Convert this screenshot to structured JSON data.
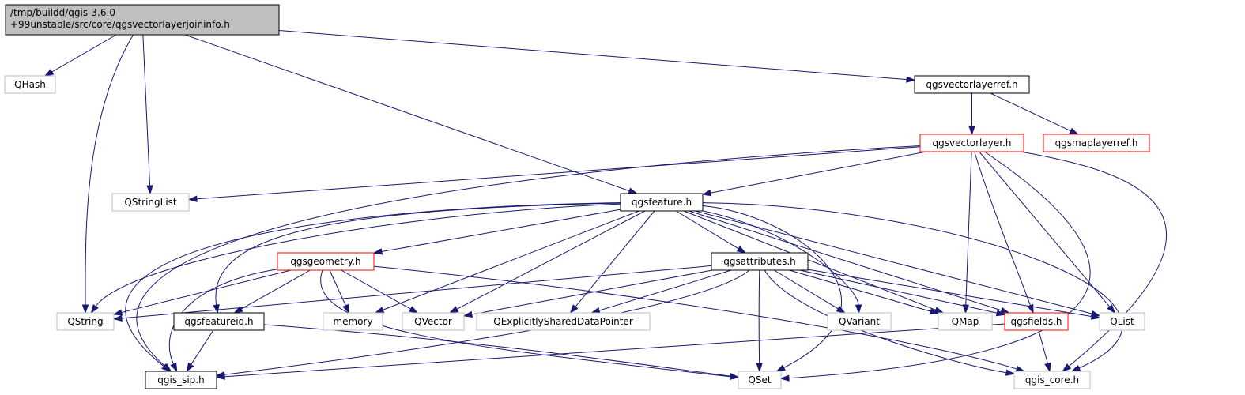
{
  "colors": {
    "edge": "#191970",
    "border_normal": "#000000",
    "border_missing": "#bfbfbf",
    "border_truncated": "#ff0000",
    "fill_root": "#bfbfbf",
    "fill_default": "#ffffff"
  },
  "nodes": [
    {
      "id": "root",
      "lines": [
        "/tmp/buildd/qgis-3.6.0",
        "+99unstable/src/core/qgsvectorlayerjoininfo.h"
      ],
      "kind": "root"
    },
    {
      "id": "qhash",
      "lines": [
        "QHash"
      ],
      "kind": "missing"
    },
    {
      "id": "qstring",
      "lines": [
        "QString"
      ],
      "kind": "missing"
    },
    {
      "id": "qstringlist",
      "lines": [
        "QStringList"
      ],
      "kind": "missing"
    },
    {
      "id": "qgsfeature",
      "lines": [
        "qgsfeature.h"
      ],
      "kind": "normal"
    },
    {
      "id": "qgsvectorlayerref",
      "lines": [
        "qgsvectorlayerref.h"
      ],
      "kind": "normal"
    },
    {
      "id": "qgsvectorlayer",
      "lines": [
        "qgsvectorlayer.h"
      ],
      "kind": "truncated"
    },
    {
      "id": "qgsmaplayerref",
      "lines": [
        "qgsmaplayerref.h"
      ],
      "kind": "truncated"
    },
    {
      "id": "qgsgeometry",
      "lines": [
        "qgsgeometry.h"
      ],
      "kind": "truncated"
    },
    {
      "id": "qgsattributes",
      "lines": [
        "qgsattributes.h"
      ],
      "kind": "normal"
    },
    {
      "id": "qgsfeatureid",
      "lines": [
        "qgsfeatureid.h"
      ],
      "kind": "normal"
    },
    {
      "id": "memory",
      "lines": [
        "memory"
      ],
      "kind": "missing"
    },
    {
      "id": "qvector",
      "lines": [
        "QVector"
      ],
      "kind": "missing"
    },
    {
      "id": "qexplicit",
      "lines": [
        "QExplicitlySharedDataPointer"
      ],
      "kind": "missing"
    },
    {
      "id": "qvariant",
      "lines": [
        "QVariant"
      ],
      "kind": "missing"
    },
    {
      "id": "qmap",
      "lines": [
        "QMap"
      ],
      "kind": "missing"
    },
    {
      "id": "qgsfields",
      "lines": [
        "qgsfields.h"
      ],
      "kind": "truncated"
    },
    {
      "id": "qlist",
      "lines": [
        "QList"
      ],
      "kind": "missing"
    },
    {
      "id": "qgis_sip",
      "lines": [
        "qgis_sip.h"
      ],
      "kind": "normal"
    },
    {
      "id": "qset",
      "lines": [
        "QSet"
      ],
      "kind": "missing"
    },
    {
      "id": "qgis_core",
      "lines": [
        "qgis_core.h"
      ],
      "kind": "missing"
    }
  ],
  "edges": [
    [
      "root",
      "qhash"
    ],
    [
      "root",
      "qstring"
    ],
    [
      "root",
      "qstringlist"
    ],
    [
      "root",
      "qgsfeature"
    ],
    [
      "root",
      "qgsvectorlayerref"
    ],
    [
      "qgsvectorlayerref",
      "qgsvectorlayer"
    ],
    [
      "qgsvectorlayerref",
      "qgsmaplayerref"
    ],
    [
      "qgsvectorlayer",
      "qstringlist"
    ],
    [
      "qgsvectorlayer",
      "qgsfeature"
    ],
    [
      "qgsvectorlayer",
      "qgis_sip"
    ],
    [
      "qgsvectorlayer",
      "qmap"
    ],
    [
      "qgsvectorlayer",
      "qgsfields"
    ],
    [
      "qgsvectorlayer",
      "qlist"
    ],
    [
      "qgsvectorlayer",
      "qset"
    ],
    [
      "qgsvectorlayer",
      "qgis_core"
    ],
    [
      "qgsfeature",
      "qgsgeometry"
    ],
    [
      "qgsfeature",
      "qgsattributes"
    ],
    [
      "qgsfeature",
      "qstring"
    ],
    [
      "qgsfeature",
      "qgis_sip"
    ],
    [
      "qgsfeature",
      "qgsfeatureid"
    ],
    [
      "qgsfeature",
      "memory"
    ],
    [
      "qgsfeature",
      "qvector"
    ],
    [
      "qgsfeature",
      "qexplicit"
    ],
    [
      "qgsfeature",
      "qvariant"
    ],
    [
      "qgsfeature",
      "qmap"
    ],
    [
      "qgsfeature",
      "qgsfields"
    ],
    [
      "qgsfeature",
      "qlist"
    ],
    [
      "qgsfeature",
      "qset"
    ],
    [
      "qgsfeature",
      "qgis_core"
    ],
    [
      "qgsgeometry",
      "qstring"
    ],
    [
      "qgsgeometry",
      "qgis_sip"
    ],
    [
      "qgsgeometry",
      "qgsfeatureid"
    ],
    [
      "qgsgeometry",
      "memory"
    ],
    [
      "qgsgeometry",
      "qvector"
    ],
    [
      "qgsgeometry",
      "qset"
    ],
    [
      "qgsgeometry",
      "qgis_core"
    ],
    [
      "qgsattributes",
      "qstring"
    ],
    [
      "qgsattributes",
      "qvector"
    ],
    [
      "qgsattributes",
      "qexplicit"
    ],
    [
      "qgsattributes",
      "qvariant"
    ],
    [
      "qgsattributes",
      "qmap"
    ],
    [
      "qgsattributes",
      "qgsfields"
    ],
    [
      "qgsattributes",
      "qlist"
    ],
    [
      "qgsattributes",
      "qgis_sip"
    ],
    [
      "qgsattributes",
      "qset"
    ],
    [
      "qgsattributes",
      "qgis_core"
    ],
    [
      "qgsfeatureid",
      "qgis_sip"
    ],
    [
      "qgsfeatureid",
      "qset"
    ],
    [
      "qgsfields",
      "qgis_sip"
    ],
    [
      "qgsfields",
      "qgis_core"
    ]
  ]
}
